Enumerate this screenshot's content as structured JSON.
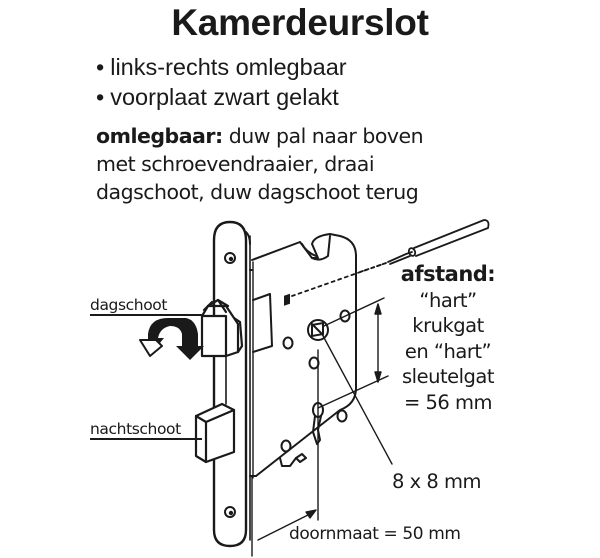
{
  "title": "Kamerdeurslot",
  "features": [
    "links-rechts omlegbaar",
    "voorplaat zwart gelakt"
  ],
  "instructions": {
    "label": "omlegbaar:",
    "line1": "duw pal naar boven",
    "line2": "met schroevendraaier, draai",
    "line3": "dagschoot, duw dagschoot terug"
  },
  "diagram": {
    "latch_label": "dagschoot",
    "deadbolt_label": "nachtschoot",
    "distance": {
      "heading": "afstand:",
      "line1": "“hart”",
      "line2": "krukgat",
      "line3": "en “hart”",
      "line4": "sleutelgat",
      "line5": "= 56 mm"
    },
    "spindle_size": "8 x 8 mm",
    "backset": "doornmaat = 50 mm",
    "icons": [
      "screwdriver-icon",
      "rotate-arrow-icon",
      "dimension-arrow-icon"
    ]
  }
}
